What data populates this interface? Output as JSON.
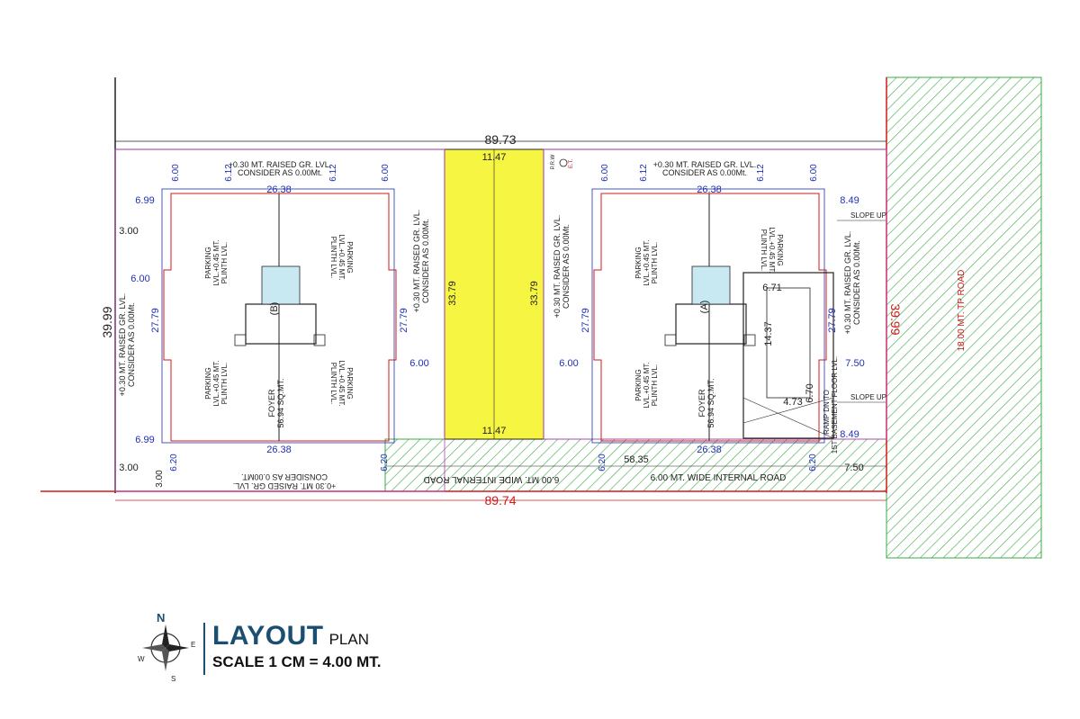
{
  "colors": {
    "boundary": "#d11a1a",
    "dimension": "#1f2fb8",
    "green_hatch": "#3aa845",
    "yellow_fill": "#f6f542",
    "outline": "#222222",
    "title": "#1b4f72"
  },
  "dims": {
    "top_overall": "89.73",
    "bottom_overall": "89.74",
    "left_height": "39.99",
    "right_height": "39.99",
    "yellow_top": "11.47",
    "yellow_bottom": "11.47",
    "yellow_left": "33.79",
    "yellow_right": "33.79",
    "internal_road_len": "58.35",
    "setback_front": "7.50",
    "setback_right_mid": "7.50",
    "side_3_top": "3.00",
    "side_3_bottom": "3.00",
    "side_3_left": "3.00",
    "side_6_left": "6.00",
    "side_6_mid_left": "6.00",
    "side_6_mid_right": "6.00",
    "bldg_width": "26.38",
    "bldg_depth": "27.79",
    "col_6": "6.00",
    "col_612": "6.12",
    "left_699": "6.99",
    "right_849": "8.49",
    "col_620": "6.20",
    "ramp_671": "6.71",
    "ramp_1437": "14.37",
    "ramp_473": "4.73",
    "ramp_670": "6.70"
  },
  "labels": {
    "raised_lvl": "+0.30 MT. RAISED GR. LVL.",
    "consider": "CONSIDER AS 0.00Mt.",
    "consider_alt": "CONSIDER AS 0.00MT.",
    "parking_1": "PARKING",
    "parking_2": "LVL.+0.45 MT.",
    "parking_3": "PLINTH LVL.",
    "foyer_1": "FOYER",
    "foyer_2": "56.94 SQ.MT.",
    "wing_a": "(A)",
    "wing_b": "(B)",
    "internal_road": "6.00 MT. WIDE INTERNAL ROAD",
    "tp_road": "18.00 MT. TP ROAD",
    "slope_up": "SLOPE UP",
    "ramp_1": "RAMP DN TO",
    "ramp_2": "1ST BASEMENT FLOOR LVL.",
    "et": "E.T.",
    "prw": "P.R.W"
  },
  "title": {
    "big": "LAYOUT",
    "small": "PLAN",
    "scale": "SCALE 1 CM = 4.00 MT."
  },
  "compass": {
    "n": "N",
    "s": "S",
    "e": "E",
    "w": "W"
  }
}
